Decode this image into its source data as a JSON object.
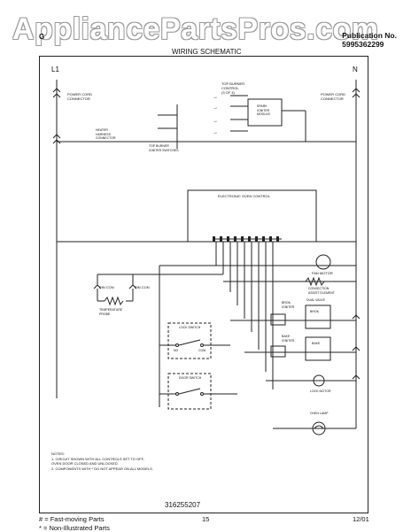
{
  "header": {
    "watermark": "AppliancePartsPros.com",
    "model": "G",
    "pub_label": "Publication No.",
    "pub_number": "5995362299",
    "title": "WIRING SCHEMATIC"
  },
  "diagram": {
    "line_l1": "L1",
    "line_n": "N",
    "power_cord_left": [
      "POWER CORD",
      "CONNECTOR"
    ],
    "power_cord_right": [
      "POWER CORD",
      "CONNECTOR"
    ],
    "top_burner_controls": [
      "TOP BURNER",
      "CONTROL",
      "(3 OF 4)"
    ],
    "spark_module": [
      "SPARK",
      "IGNITER",
      "MODULE"
    ],
    "top_burner_switches": [
      "TOP BURNER",
      "IGNITER SWITCHES"
    ],
    "heater_harness": [
      "HEATER",
      "HARNESS",
      "CONNECTOR"
    ],
    "eoc_label": "ELECTRONIC OVEN CONTROL",
    "fan_motor": "FAN MOTOR",
    "convection_element": [
      "CONVECTION",
      "ASSIST ELEMENT"
    ],
    "pin_con_1": "PIN CON",
    "pin_con_2": "PIN CON",
    "temp_probe": [
      "TEMPERATURE",
      "PROBE"
    ],
    "lock_switch": "LOCK SWITCH",
    "door_switch": "DOOR SWITCH",
    "broil_igniter": [
      "BROIL",
      "IGNITER"
    ],
    "dual_valve": "DUAL VALVE",
    "bake_igniter": [
      "BAKE",
      "IGNITER"
    ],
    "lock_motor": "LOCK MOTOR",
    "oven_lamp": "OVEN LAMP",
    "no": "NO",
    "com": "COM",
    "broil": "BROIL",
    "bake": "BAKE",
    "notes_title": "NOTES:",
    "notes": [
      "1.  CIRCUIT SHOWN WITH ALL CONTROLS SET TO OFF,",
      "     OVEN DOOR CLOSED AND UNLOCKED.",
      "2.  COMPONENTS WITH  *  DO NOT APPEAR ON ALL MODELS."
    ],
    "diagram_number": "316255207"
  },
  "footer": {
    "legend_fast": "#  =  Fast-moving Parts",
    "legend_non": "*  =  Non-Illustrated Parts",
    "page": "15",
    "date": "12/01"
  }
}
